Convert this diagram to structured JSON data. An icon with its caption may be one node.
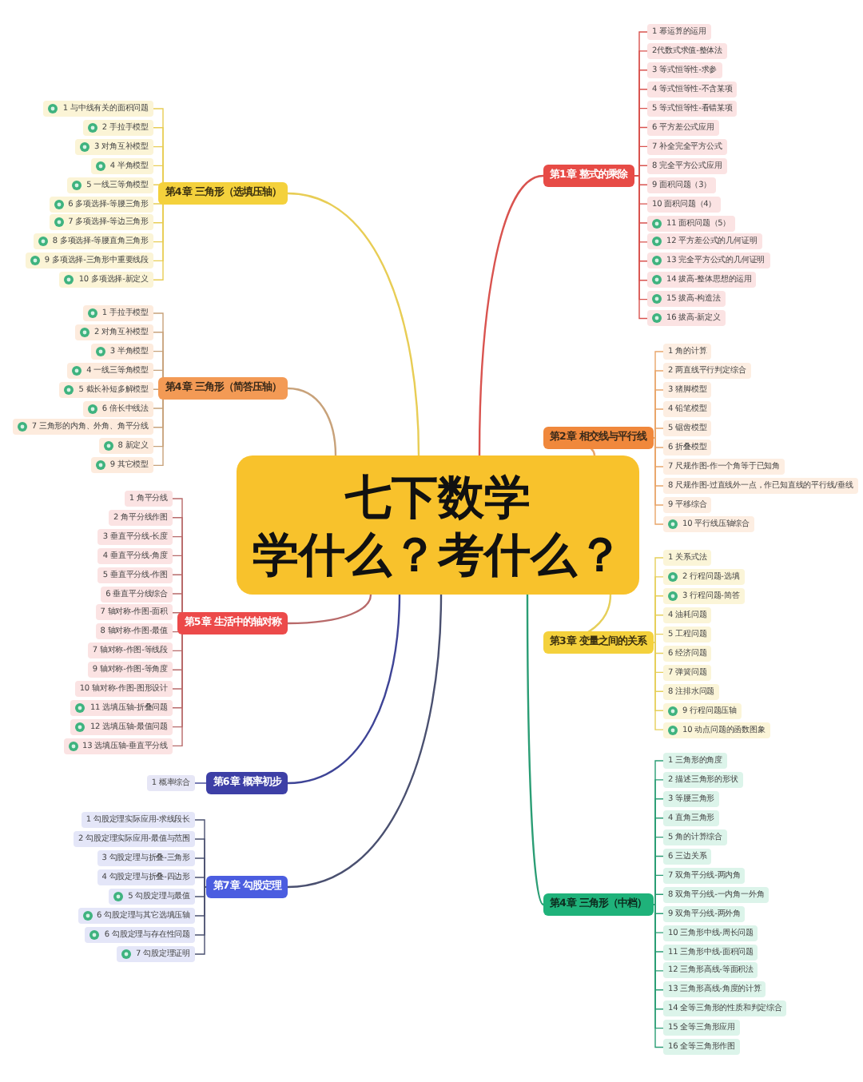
{
  "diagram": {
    "nodes": [
      {
        "text": [
          "七下数学",
          "学什么？考什么？"
        ]
      },
      {
        "text": [
          "第1章 整式的乘除"
        ]
      },
      {
        "text": [
          "1 幂运算的运用"
        ]
      },
      {
        "text": [
          "2代数式求值-整体法"
        ]
      },
      {
        "text": [
          "3 等式恒等性-求参"
        ]
      },
      {
        "text": [
          "4 等式恒等性-不含某项"
        ]
      },
      {
        "text": [
          "5 等式恒等性-看错某项"
        ]
      },
      {
        "text": [
          "6 平方差公式应用"
        ]
      },
      {
        "text": [
          "7 补全完全平方公式"
        ]
      },
      {
        "text": [
          "8 完全平方公式应用"
        ]
      },
      {
        "text": [
          "9 面积问题（3）"
        ]
      },
      {
        "text": [
          "10 面积问题（4）"
        ]
      },
      {
        "text": [
          "11 面积问题（5）"
        ]
      },
      {
        "text": [
          "12 平方差公式的几何证明"
        ]
      },
      {
        "text": [
          "13 完全平方公式的几何证明"
        ]
      },
      {
        "text": [
          "14 拔高-整体思想的运用"
        ]
      },
      {
        "text": [
          "15 拔高-构造法"
        ]
      },
      {
        "text": [
          "16 拔高-新定义"
        ]
      },
      {
        "text": [
          "第2章 相交线与平行线"
        ]
      },
      {
        "text": [
          "1 角的计算"
        ]
      },
      {
        "text": [
          "2 两直线平行判定综合"
        ]
      },
      {
        "text": [
          "3 猪脚模型"
        ]
      },
      {
        "text": [
          "4 铅笔模型"
        ]
      },
      {
        "text": [
          "5 锯齿模型"
        ]
      },
      {
        "text": [
          "6 折叠模型"
        ]
      },
      {
        "text": [
          "7 尺规作图-作一个角等于已知角"
        ]
      },
      {
        "text": [
          "8 尺规作图-过直线外一点，作已知直线的平行线/垂线"
        ]
      },
      {
        "text": [
          "9 平移综合"
        ]
      },
      {
        "text": [
          "10 平行线压轴综合"
        ]
      },
      {
        "text": [
          "第3章 变量之间的关系"
        ]
      },
      {
        "text": [
          "1 关系式法"
        ]
      },
      {
        "text": [
          "2 行程问题-选填"
        ]
      },
      {
        "text": [
          "3 行程问题-简答"
        ]
      },
      {
        "text": [
          "4 油耗问题"
        ]
      },
      {
        "text": [
          "5 工程问题"
        ]
      },
      {
        "text": [
          "6 经济问题"
        ]
      },
      {
        "text": [
          "7 弹簧问题"
        ]
      },
      {
        "text": [
          "8 注排水问题"
        ]
      },
      {
        "text": [
          "9 行程问题压轴"
        ]
      },
      {
        "text": [
          "10 动点问题的函数图象"
        ]
      },
      {
        "text": [
          "第4章 三角形（中档）"
        ]
      },
      {
        "text": [
          "1 三角形的角度"
        ]
      },
      {
        "text": [
          "2 描述三角形的形状"
        ]
      },
      {
        "text": [
          "3 等腰三角形"
        ]
      },
      {
        "text": [
          "4 直角三角形"
        ]
      },
      {
        "text": [
          "5 角的计算综合"
        ]
      },
      {
        "text": [
          "6 三边关系"
        ]
      },
      {
        "text": [
          "7 双角平分线-两内角"
        ]
      },
      {
        "text": [
          "8 双角平分线-一内角一外角"
        ]
      },
      {
        "text": [
          "9 双角平分线-两外角"
        ]
      },
      {
        "text": [
          "10 三角形中线-周长问题"
        ]
      },
      {
        "text": [
          "11 三角形中线-面积问题"
        ]
      },
      {
        "text": [
          "12 三角形高线-等面积法"
        ]
      },
      {
        "text": [
          "13 三角形高线-角度的计算"
        ]
      },
      {
        "text": [
          "14 全等三角形的性质和判定综合"
        ]
      },
      {
        "text": [
          "15 全等三角形应用"
        ]
      },
      {
        "text": [
          "16 全等三角形作图"
        ]
      },
      {
        "text": [
          "第4章 三角形（选填压轴）"
        ]
      },
      {
        "text": [
          "1 与中线有关的面积问题"
        ]
      },
      {
        "text": [
          "2 手拉手模型"
        ]
      },
      {
        "text": [
          "3 对角互补模型"
        ]
      },
      {
        "text": [
          "4 半角模型"
        ]
      },
      {
        "text": [
          "5 一线三等角模型"
        ]
      },
      {
        "text": [
          "6 多项选择-等腰三角形"
        ]
      },
      {
        "text": [
          "7 多项选择-等边三角形"
        ]
      },
      {
        "text": [
          "8 多项选择-等腰直角三角形"
        ]
      },
      {
        "text": [
          "9 多项选择-三角形中重要线段"
        ]
      },
      {
        "text": [
          "10 多项选择-新定义"
        ]
      },
      {
        "text": [
          "第4章 三角形（简答压轴）"
        ]
      },
      {
        "text": [
          "1 手拉手模型"
        ]
      },
      {
        "text": [
          "2 对角互补模型"
        ]
      },
      {
        "text": [
          "3 半角模型"
        ]
      },
      {
        "text": [
          "4 一线三等角模型"
        ]
      },
      {
        "text": [
          "5 截长补短多解模型"
        ]
      },
      {
        "text": [
          "6 倍长中线法"
        ]
      },
      {
        "text": [
          "7 三角形的内角、外角、角平分线"
        ]
      },
      {
        "text": [
          "8 新定义"
        ]
      },
      {
        "text": [
          "9 其它模型"
        ]
      },
      {
        "text": [
          "第5章 生活中的轴对称"
        ]
      },
      {
        "text": [
          "1 角平分线"
        ]
      },
      {
        "text": [
          "2 角平分线作图"
        ]
      },
      {
        "text": [
          "3 垂直平分线-长度"
        ]
      },
      {
        "text": [
          "4 垂直平分线-角度"
        ]
      },
      {
        "text": [
          "5 垂直平分线-作图"
        ]
      },
      {
        "text": [
          "6 垂直平分线综合"
        ]
      },
      {
        "text": [
          "7 轴对称-作图-面积"
        ]
      },
      {
        "text": [
          "8 轴对称-作图-最值"
        ]
      },
      {
        "text": [
          "7 轴对称-作图-等线段"
        ]
      },
      {
        "text": [
          "9 轴对称-作图-等角度"
        ]
      },
      {
        "text": [
          "10 轴对称-作图-图形设计"
        ]
      },
      {
        "text": [
          "11 选填压轴-折叠问题"
        ]
      },
      {
        "text": [
          "12 选填压轴-最值问题"
        ]
      },
      {
        "text": [
          "13 选填压轴-垂直平分线"
        ]
      },
      {
        "text": [
          "第6章 概率初步"
        ]
      },
      {
        "text": [
          "1 概率综合"
        ]
      },
      {
        "text": [
          "第7章 勾股定理"
        ]
      },
      {
        "text": [
          "1 勾股定理实际应用-求线段长"
        ]
      },
      {
        "text": [
          "2 勾股定理实际应用-最值与范围"
        ]
      },
      {
        "text": [
          "3 勾股定理与折叠-三角形"
        ]
      },
      {
        "text": [
          "4 勾股定理与折叠-四边形"
        ]
      },
      {
        "text": [
          "5 勾股定理与最值"
        ]
      },
      {
        "text": [
          "6 勾股定理与其它选填压轴"
        ]
      },
      {
        "text": [
          "6 勾股定理与存在性问题"
        ]
      },
      {
        "text": [
          "7 勾股定理证明"
        ]
      }
    ],
    "edges": [
      {
        "from": 0,
        "to": 1,
        "arrow": "none",
        "color": "#d9534f"
      },
      {
        "from": 1,
        "to": 2,
        "arrow": "none",
        "color": "#d9534f"
      },
      {
        "from": 1,
        "to": 3,
        "arrow": "none",
        "color": "#d9534f"
      },
      {
        "from": 1,
        "to": 4,
        "arrow": "none",
        "color": "#d9534f"
      },
      {
        "from": 1,
        "to": 5,
        "arrow": "none",
        "color": "#d9534f"
      },
      {
        "from": 1,
        "to": 6,
        "arrow": "none",
        "color": "#d9534f"
      },
      {
        "from": 1,
        "to": 7,
        "arrow": "none",
        "color": "#d9534f"
      },
      {
        "from": 1,
        "to": 8,
        "arrow": "none",
        "color": "#d9534f"
      },
      {
        "from": 1,
        "to": 9,
        "arrow": "none",
        "color": "#d9534f"
      },
      {
        "from": 1,
        "to": 10,
        "arrow": "none",
        "color": "#d9534f"
      },
      {
        "from": 1,
        "to": 11,
        "arrow": "none",
        "color": "#d9534f"
      },
      {
        "from": 1,
        "to": 12,
        "arrow": "none",
        "color": "#d9534f"
      },
      {
        "from": 1,
        "to": 13,
        "arrow": "none",
        "color": "#d9534f"
      },
      {
        "from": 1,
        "to": 14,
        "arrow": "none",
        "color": "#d9534f"
      },
      {
        "from": 1,
        "to": 15,
        "arrow": "none",
        "color": "#d9534f"
      },
      {
        "from": 1,
        "to": 16,
        "arrow": "none",
        "color": "#d9534f"
      },
      {
        "from": 1,
        "to": 17,
        "arrow": "none",
        "color": "#d9534f"
      },
      {
        "from": 0,
        "to": 18,
        "arrow": "none",
        "color": "#e9a56a"
      },
      {
        "from": 18,
        "to": 19,
        "arrow": "none",
        "color": "#e9a56a"
      },
      {
        "from": 18,
        "to": 20,
        "arrow": "none",
        "color": "#e9a56a"
      },
      {
        "from": 18,
        "to": 21,
        "arrow": "none",
        "color": "#e9a56a"
      },
      {
        "from": 18,
        "to": 22,
        "arrow": "none",
        "color": "#e9a56a"
      },
      {
        "from": 18,
        "to": 23,
        "arrow": "none",
        "color": "#e9a56a"
      },
      {
        "from": 18,
        "to": 24,
        "arrow": "none",
        "color": "#e9a56a"
      },
      {
        "from": 18,
        "to": 25,
        "arrow": "none",
        "color": "#e9a56a"
      },
      {
        "from": 18,
        "to": 26,
        "arrow": "none",
        "color": "#e9a56a"
      },
      {
        "from": 18,
        "to": 27,
        "arrow": "none",
        "color": "#e9a56a"
      },
      {
        "from": 18,
        "to": 28,
        "arrow": "none",
        "color": "#e9a56a"
      },
      {
        "from": 0,
        "to": 29,
        "arrow": "none",
        "color": "#e6cf5a"
      },
      {
        "from": 29,
        "to": 30,
        "arrow": "none",
        "color": "#e6cf5a"
      },
      {
        "from": 29,
        "to": 31,
        "arrow": "none",
        "color": "#e6cf5a"
      },
      {
        "from": 29,
        "to": 32,
        "arrow": "none",
        "color": "#e6cf5a"
      },
      {
        "from": 29,
        "to": 33,
        "arrow": "none",
        "color": "#e6cf5a"
      },
      {
        "from": 29,
        "to": 34,
        "arrow": "none",
        "color": "#e6cf5a"
      },
      {
        "from": 29,
        "to": 35,
        "arrow": "none",
        "color": "#e6cf5a"
      },
      {
        "from": 29,
        "to": 36,
        "arrow": "none",
        "color": "#e6cf5a"
      },
      {
        "from": 29,
        "to": 37,
        "arrow": "none",
        "color": "#e6cf5a"
      },
      {
        "from": 29,
        "to": 38,
        "arrow": "none",
        "color": "#e6cf5a"
      },
      {
        "from": 29,
        "to": 39,
        "arrow": "none",
        "color": "#e6cf5a"
      },
      {
        "from": 0,
        "to": 40,
        "arrow": "none",
        "color": "#2a9d74"
      },
      {
        "from": 40,
        "to": 41,
        "arrow": "none",
        "color": "#2a9d74"
      },
      {
        "from": 40,
        "to": 42,
        "arrow": "none",
        "color": "#2a9d74"
      },
      {
        "from": 40,
        "to": 43,
        "arrow": "none",
        "color": "#2a9d74"
      },
      {
        "from": 40,
        "to": 44,
        "arrow": "none",
        "color": "#2a9d74"
      },
      {
        "from": 40,
        "to": 45,
        "arrow": "none",
        "color": "#2a9d74"
      },
      {
        "from": 40,
        "to": 46,
        "arrow": "none",
        "color": "#2a9d74"
      },
      {
        "from": 40,
        "to": 47,
        "arrow": "none",
        "color": "#2a9d74"
      },
      {
        "from": 40,
        "to": 48,
        "arrow": "none",
        "color": "#2a9d74"
      },
      {
        "from": 40,
        "to": 49,
        "arrow": "none",
        "color": "#2a9d74"
      },
      {
        "from": 40,
        "to": 50,
        "arrow": "none",
        "color": "#2a9d74"
      },
      {
        "from": 40,
        "to": 51,
        "arrow": "none",
        "color": "#2a9d74"
      },
      {
        "from": 40,
        "to": 52,
        "arrow": "none",
        "color": "#2a9d74"
      },
      {
        "from": 40,
        "to": 53,
        "arrow": "none",
        "color": "#2a9d74"
      },
      {
        "from": 40,
        "to": 54,
        "arrow": "none",
        "color": "#2a9d74"
      },
      {
        "from": 40,
        "to": 55,
        "arrow": "none",
        "color": "#2a9d74"
      },
      {
        "from": 40,
        "to": 56,
        "arrow": "none",
        "color": "#2a9d74"
      },
      {
        "from": 0,
        "to": 57,
        "arrow": "none",
        "color": "#e8cd55"
      },
      {
        "from": 57,
        "to": 58,
        "arrow": "none",
        "color": "#e8cd55"
      },
      {
        "from": 57,
        "to": 59,
        "arrow": "none",
        "color": "#e8cd55"
      },
      {
        "from": 57,
        "to": 60,
        "arrow": "none",
        "color": "#e8cd55"
      },
      {
        "from": 57,
        "to": 61,
        "arrow": "none",
        "color": "#e8cd55"
      },
      {
        "from": 57,
        "to": 62,
        "arrow": "none",
        "color": "#e8cd55"
      },
      {
        "from": 57,
        "to": 63,
        "arrow": "none",
        "color": "#e8cd55"
      },
      {
        "from": 57,
        "to": 64,
        "arrow": "none",
        "color": "#e8cd55"
      },
      {
        "from": 57,
        "to": 65,
        "arrow": "none",
        "color": "#e8cd55"
      },
      {
        "from": 57,
        "to": 66,
        "arrow": "none",
        "color": "#e8cd55"
      },
      {
        "from": 57,
        "to": 67,
        "arrow": "none",
        "color": "#e8cd55"
      },
      {
        "from": 0,
        "to": 68,
        "arrow": "none",
        "color": "#c8a27a"
      },
      {
        "from": 68,
        "to": 69,
        "arrow": "none",
        "color": "#c8a27a"
      },
      {
        "from": 68,
        "to": 70,
        "arrow": "none",
        "color": "#c8a27a"
      },
      {
        "from": 68,
        "to": 71,
        "arrow": "none",
        "color": "#c8a27a"
      },
      {
        "from": 68,
        "to": 72,
        "arrow": "none",
        "color": "#c8a27a"
      },
      {
        "from": 68,
        "to": 73,
        "arrow": "none",
        "color": "#c8a27a"
      },
      {
        "from": 68,
        "to": 74,
        "arrow": "none",
        "color": "#c8a27a"
      },
      {
        "from": 68,
        "to": 75,
        "arrow": "none",
        "color": "#c8a27a"
      },
      {
        "from": 68,
        "to": 76,
        "arrow": "none",
        "color": "#c8a27a"
      },
      {
        "from": 68,
        "to": 77,
        "arrow": "none",
        "color": "#c8a27a"
      },
      {
        "from": 0,
        "to": 78,
        "arrow": "none",
        "color": "#b86a6a"
      },
      {
        "from": 78,
        "to": 79,
        "arrow": "none",
        "color": "#b86a6a"
      },
      {
        "from": 78,
        "to": 80,
        "arrow": "none",
        "color": "#b86a6a"
      },
      {
        "from": 78,
        "to": 81,
        "arrow": "none",
        "color": "#b86a6a"
      },
      {
        "from": 78,
        "to": 82,
        "arrow": "none",
        "color": "#b86a6a"
      },
      {
        "from": 78,
        "to": 83,
        "arrow": "none",
        "color": "#b86a6a"
      },
      {
        "from": 78,
        "to": 84,
        "arrow": "none",
        "color": "#b86a6a"
      },
      {
        "from": 78,
        "to": 85,
        "arrow": "none",
        "color": "#b86a6a"
      },
      {
        "from": 78,
        "to": 86,
        "arrow": "none",
        "color": "#b86a6a"
      },
      {
        "from": 78,
        "to": 87,
        "arrow": "none",
        "color": "#b86a6a"
      },
      {
        "from": 78,
        "to": 88,
        "arrow": "none",
        "color": "#b86a6a"
      },
      {
        "from": 78,
        "to": 89,
        "arrow": "none",
        "color": "#b86a6a"
      },
      {
        "from": 78,
        "to": 90,
        "arrow": "none",
        "color": "#b86a6a"
      },
      {
        "from": 78,
        "to": 91,
        "arrow": "none",
        "color": "#b86a6a"
      },
      {
        "from": 78,
        "to": 92,
        "arrow": "none",
        "color": "#b86a6a"
      },
      {
        "from": 0,
        "to": 93,
        "arrow": "none",
        "color": "#3e4496"
      },
      {
        "from": 93,
        "to": 94,
        "arrow": "none",
        "color": "#3e4496"
      },
      {
        "from": 0,
        "to": 95,
        "arrow": "none",
        "color": "#4a5070"
      },
      {
        "from": 95,
        "to": 96,
        "arrow": "none",
        "color": "#4a5070"
      },
      {
        "from": 95,
        "to": 97,
        "arrow": "none",
        "color": "#4a5070"
      },
      {
        "from": 95,
        "to": 98,
        "arrow": "none",
        "color": "#4a5070"
      },
      {
        "from": 95,
        "to": 99,
        "arrow": "none",
        "color": "#4a5070"
      },
      {
        "from": 95,
        "to": 100,
        "arrow": "none",
        "color": "#4a5070"
      },
      {
        "from": 95,
        "to": 101,
        "arrow": "none",
        "color": "#4a5070"
      },
      {
        "from": 95,
        "to": 102,
        "arrow": "none",
        "color": "#4a5070"
      },
      {
        "from": 95,
        "to": 103,
        "arrow": "none",
        "color": "#4a5070"
      }
    ]
  }
}
